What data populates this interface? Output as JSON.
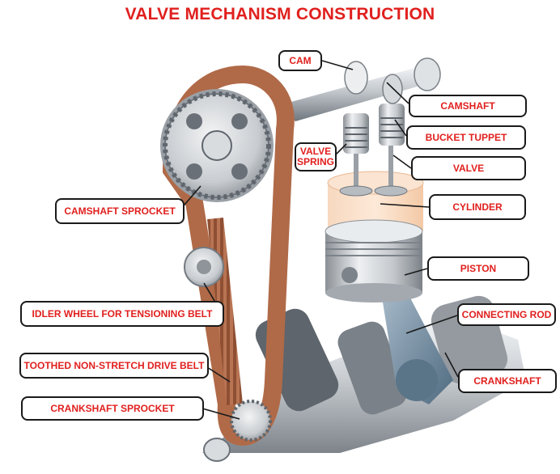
{
  "title": "VALVE MECHANISM CONSTRUCTION",
  "labels": {
    "cam": "CAM",
    "camshaft": "CAMSHAFT",
    "bucket_tuppet": "BUCKET TUPPET",
    "valve_spring": "VALVE SPRING",
    "valve": "VALVE",
    "camshaft_sprocket": "CAMSHAFT SPROCKET",
    "cylinder": "CYLINDER",
    "piston": "PISTON",
    "idler_wheel": "IDLER WHEEL FOR TENSIONING BELT",
    "connecting_rod": "CONNECTING ROD",
    "drive_belt": "TOOTHED NON-STRETCH DRIVE BELT",
    "crankshaft": "CRANKSHAFT",
    "crankshaft_sprocket": "CRANKSHAFT SPROCKET"
  },
  "colors": {
    "label_text": "#e0201e",
    "label_border": "#1a1a1a",
    "belt": "#b06a48",
    "metal": "#c9cdd2"
  }
}
